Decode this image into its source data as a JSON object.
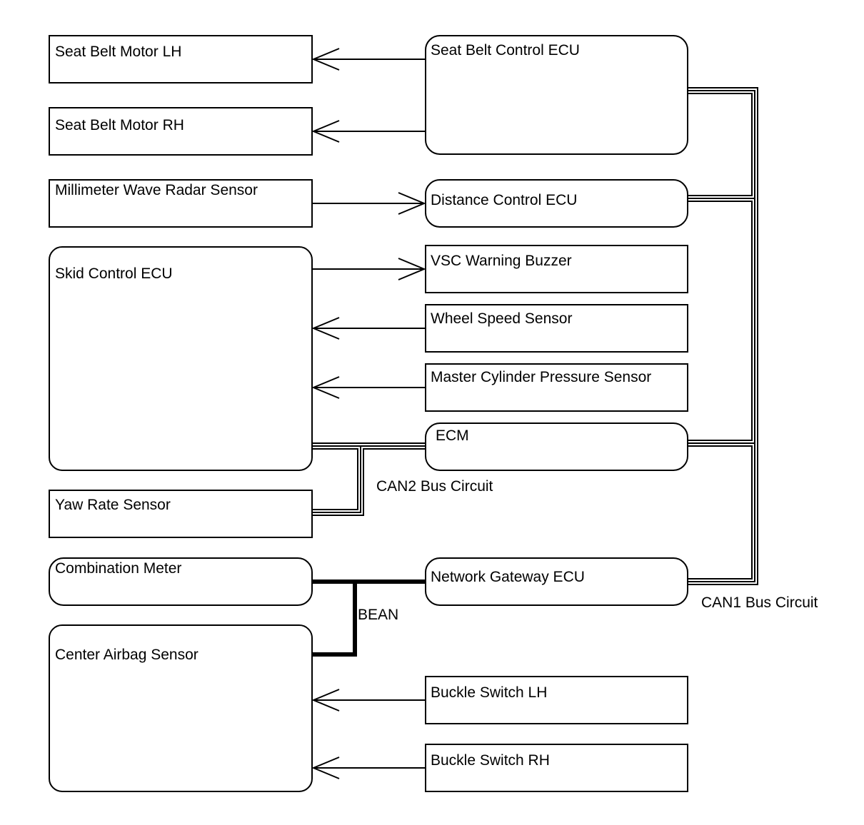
{
  "components": {
    "seat_belt_motor_lh": "Seat Belt Motor LH",
    "seat_belt_motor_rh": "Seat Belt Motor RH",
    "seat_belt_control_ecu": "Seat Belt Control ECU",
    "millimeter_wave_radar_sensor": "Millimeter Wave Radar Sensor",
    "distance_control_ecu": "Distance Control ECU",
    "skid_control_ecu": "Skid Control ECU",
    "vsc_warning_buzzer": "VSC Warning Buzzer",
    "wheel_speed_sensor": "Wheel Speed Sensor",
    "master_cylinder_pressure_sensor": "Master Cylinder Pressure Sensor",
    "ecm": "ECM",
    "yaw_rate_sensor": "Yaw Rate Sensor",
    "combination_meter": "Combination Meter",
    "network_gateway_ecu": "Network Gateway ECU",
    "center_airbag_sensor": "Center Airbag Sensor",
    "buckle_switch_lh": "Buckle Switch LH",
    "buckle_switch_rh": "Buckle Switch RH"
  },
  "buses": {
    "can1": "CAN1 Bus Circuit",
    "can2": "CAN2 Bus Circuit",
    "bean": "BEAN"
  },
  "colors": {
    "line": "#000000",
    "background": "#ffffff"
  }
}
